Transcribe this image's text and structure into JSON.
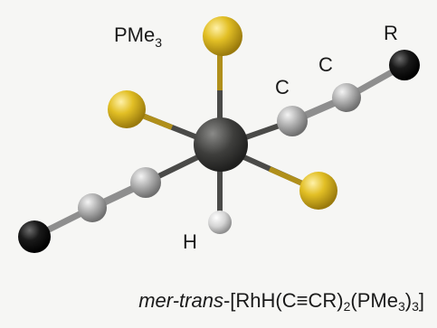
{
  "labels": {
    "pme3_main": "PMe",
    "pme3_sub": "3",
    "carbon_1": "C",
    "carbon_2": "C",
    "r_group": "R",
    "hydride": "H"
  },
  "caption": {
    "prefix": "mer-trans",
    "dash": "-",
    "formula_a": "[RhH(C",
    "triple_bond": "≡",
    "formula_b": "CR)",
    "sub_1": "2",
    "formula_c": "(PMe",
    "sub_2": "3",
    "formula_d": ")",
    "sub_3": "3",
    "formula_e": "]"
  },
  "colors": {
    "rhodium": "#3e3e3c",
    "phosphorus": "#d4b21e",
    "carbon": "#a9a9a9",
    "terminal": "#111111",
    "hydrogen": "#d8d8d8",
    "bond_dark": "#4a4a48",
    "bond_gold": "#b08f1a",
    "bond_grey": "#8e8e8e"
  }
}
